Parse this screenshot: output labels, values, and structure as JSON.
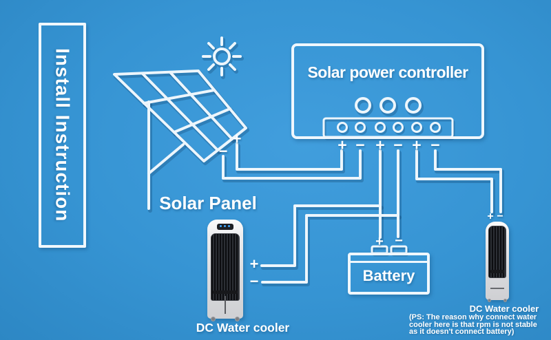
{
  "banner": {
    "text": "Install Instruction"
  },
  "signs": {
    "plus": "+",
    "minus": "−"
  },
  "solar_panel": {
    "label": "Solar Panel"
  },
  "controller": {
    "title": "Solar power controller",
    "terminal_signs": [
      "+",
      "−",
      "+",
      "−",
      "+",
      "−"
    ]
  },
  "battery": {
    "label": "Battery"
  },
  "cooler_left": {
    "label": "DC Water cooler"
  },
  "cooler_right": {
    "label": "DC Water cooler",
    "note_line1": "(PS: The reason why connect water",
    "note_line2": "cooler here is that rpm is not stable",
    "note_line3": "as it doesn't connect battery)"
  },
  "colors": {
    "background": "#3694d3",
    "line": "#edf6fc",
    "text": "#ffffff"
  }
}
